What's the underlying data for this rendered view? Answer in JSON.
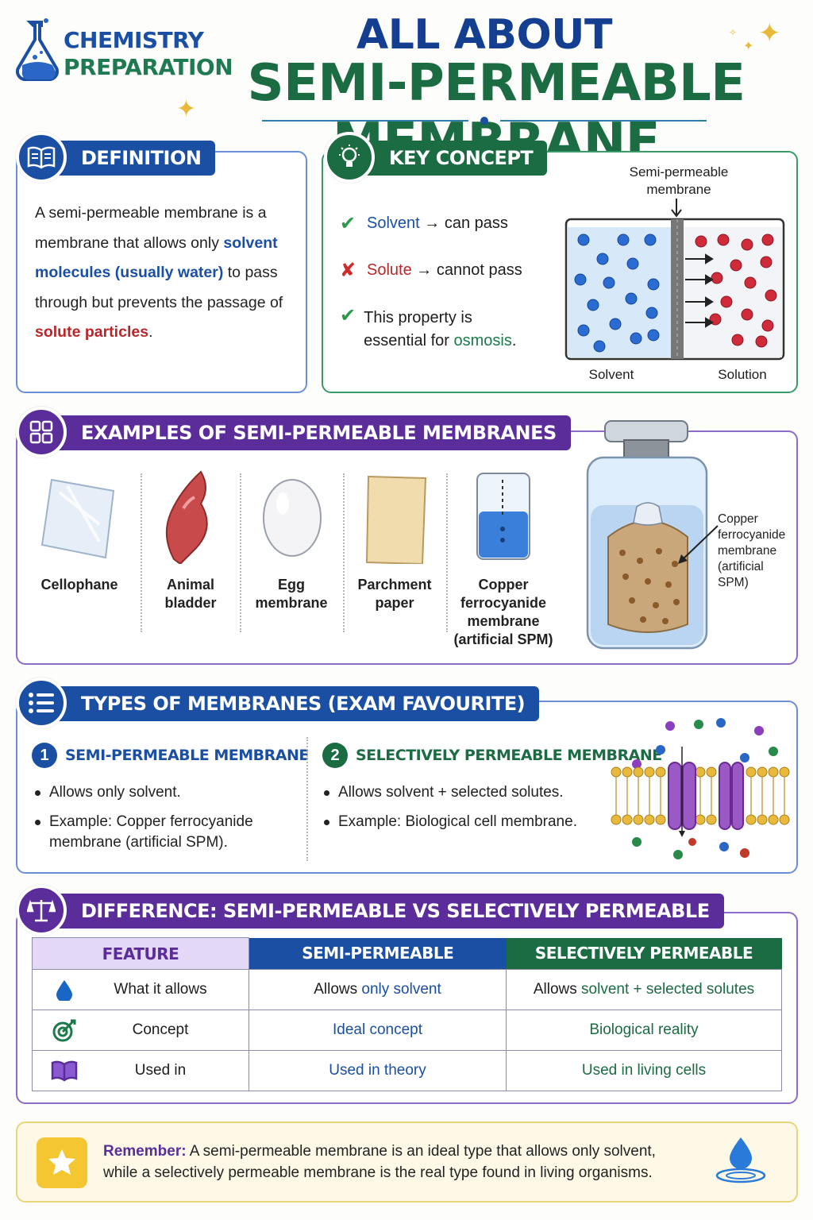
{
  "header": {
    "logo_line1": "CHEMISTRY",
    "logo_line2": "PREPARATION",
    "title_line1": "ALL ABOUT",
    "title_line2": "SEMI-PERMEABLE MEMBRANE"
  },
  "definition": {
    "heading": "DEFINITION",
    "text_1": "A semi-permeable membrane is a membrane that allows only ",
    "text_solvent": "solvent molecules (usually water)",
    "text_2": " to pass through but prevents the passage of ",
    "text_solute": "solute particles",
    "text_3": "."
  },
  "key_concept": {
    "heading": "KEY CONCEPT",
    "row1_term": "Solvent",
    "row1_rest": "can pass",
    "row2_term": "Solute",
    "row2_rest": "cannot pass",
    "row3_text": "This property is essential for ",
    "row3_term": "osmosis",
    "row3_end": ".",
    "diagram_label_top": "Semi-permeable membrane",
    "diagram_label_left": "Solvent",
    "diagram_label_right": "Solution"
  },
  "examples": {
    "heading": "EXAMPLES OF SEMI-PERMEABLE MEMBRANES",
    "items": [
      "Cellophane",
      "Animal bladder",
      "Egg membrane",
      "Parchment paper",
      "Copper ferrocyanide membrane (artificial SPM)"
    ],
    "callout": "Copper ferrocyanide membrane (artificial SPM)"
  },
  "types": {
    "heading": "TYPES OF MEMBRANES (EXAM FAVOURITE)",
    "type1": {
      "number": "1",
      "title": "SEMI-PERMEABLE MEMBRANE",
      "bullets": [
        "Allows only solvent.",
        "Example: Copper ferrocyanide membrane (artificial SPM)."
      ]
    },
    "type2": {
      "number": "2",
      "title": "SELECTIVELY PERMEABLE MEMBRANE",
      "bullets": [
        "Allows solvent + selected solutes.",
        "Example: Biological cell membrane."
      ]
    }
  },
  "difference": {
    "heading": "DIFFERENCE: SEMI-PERMEABLE VS SELECTIVELY PERMEABLE",
    "columns": [
      "FEATURE",
      "SEMI-PERMEABLE",
      "SELECTIVELY PERMEABLE"
    ],
    "rows": [
      {
        "icon": "water-drop-icon",
        "feature": "What it allows",
        "semi_prefix": "Allows ",
        "semi_em": "only solvent",
        "sel_prefix": "Allows ",
        "sel_em": "solvent + selected solutes"
      },
      {
        "icon": "target-icon",
        "feature": "Concept",
        "semi": "Ideal concept",
        "sel": "Biological reality"
      },
      {
        "icon": "book-icon",
        "feature": "Used in",
        "semi": "Used in theory",
        "sel": "Used in living cells"
      }
    ]
  },
  "remember": {
    "label": "Remember:",
    "text": " A semi-permeable membrane is an ideal type that allows only solvent, while a selectively permeable membrane is the real type found in living organisms."
  },
  "colors": {
    "blue": "#1a4fa3",
    "green": "#1b6b43",
    "purple": "#5b2d9a",
    "red": "#b8262a",
    "gold": "#f3c632"
  }
}
